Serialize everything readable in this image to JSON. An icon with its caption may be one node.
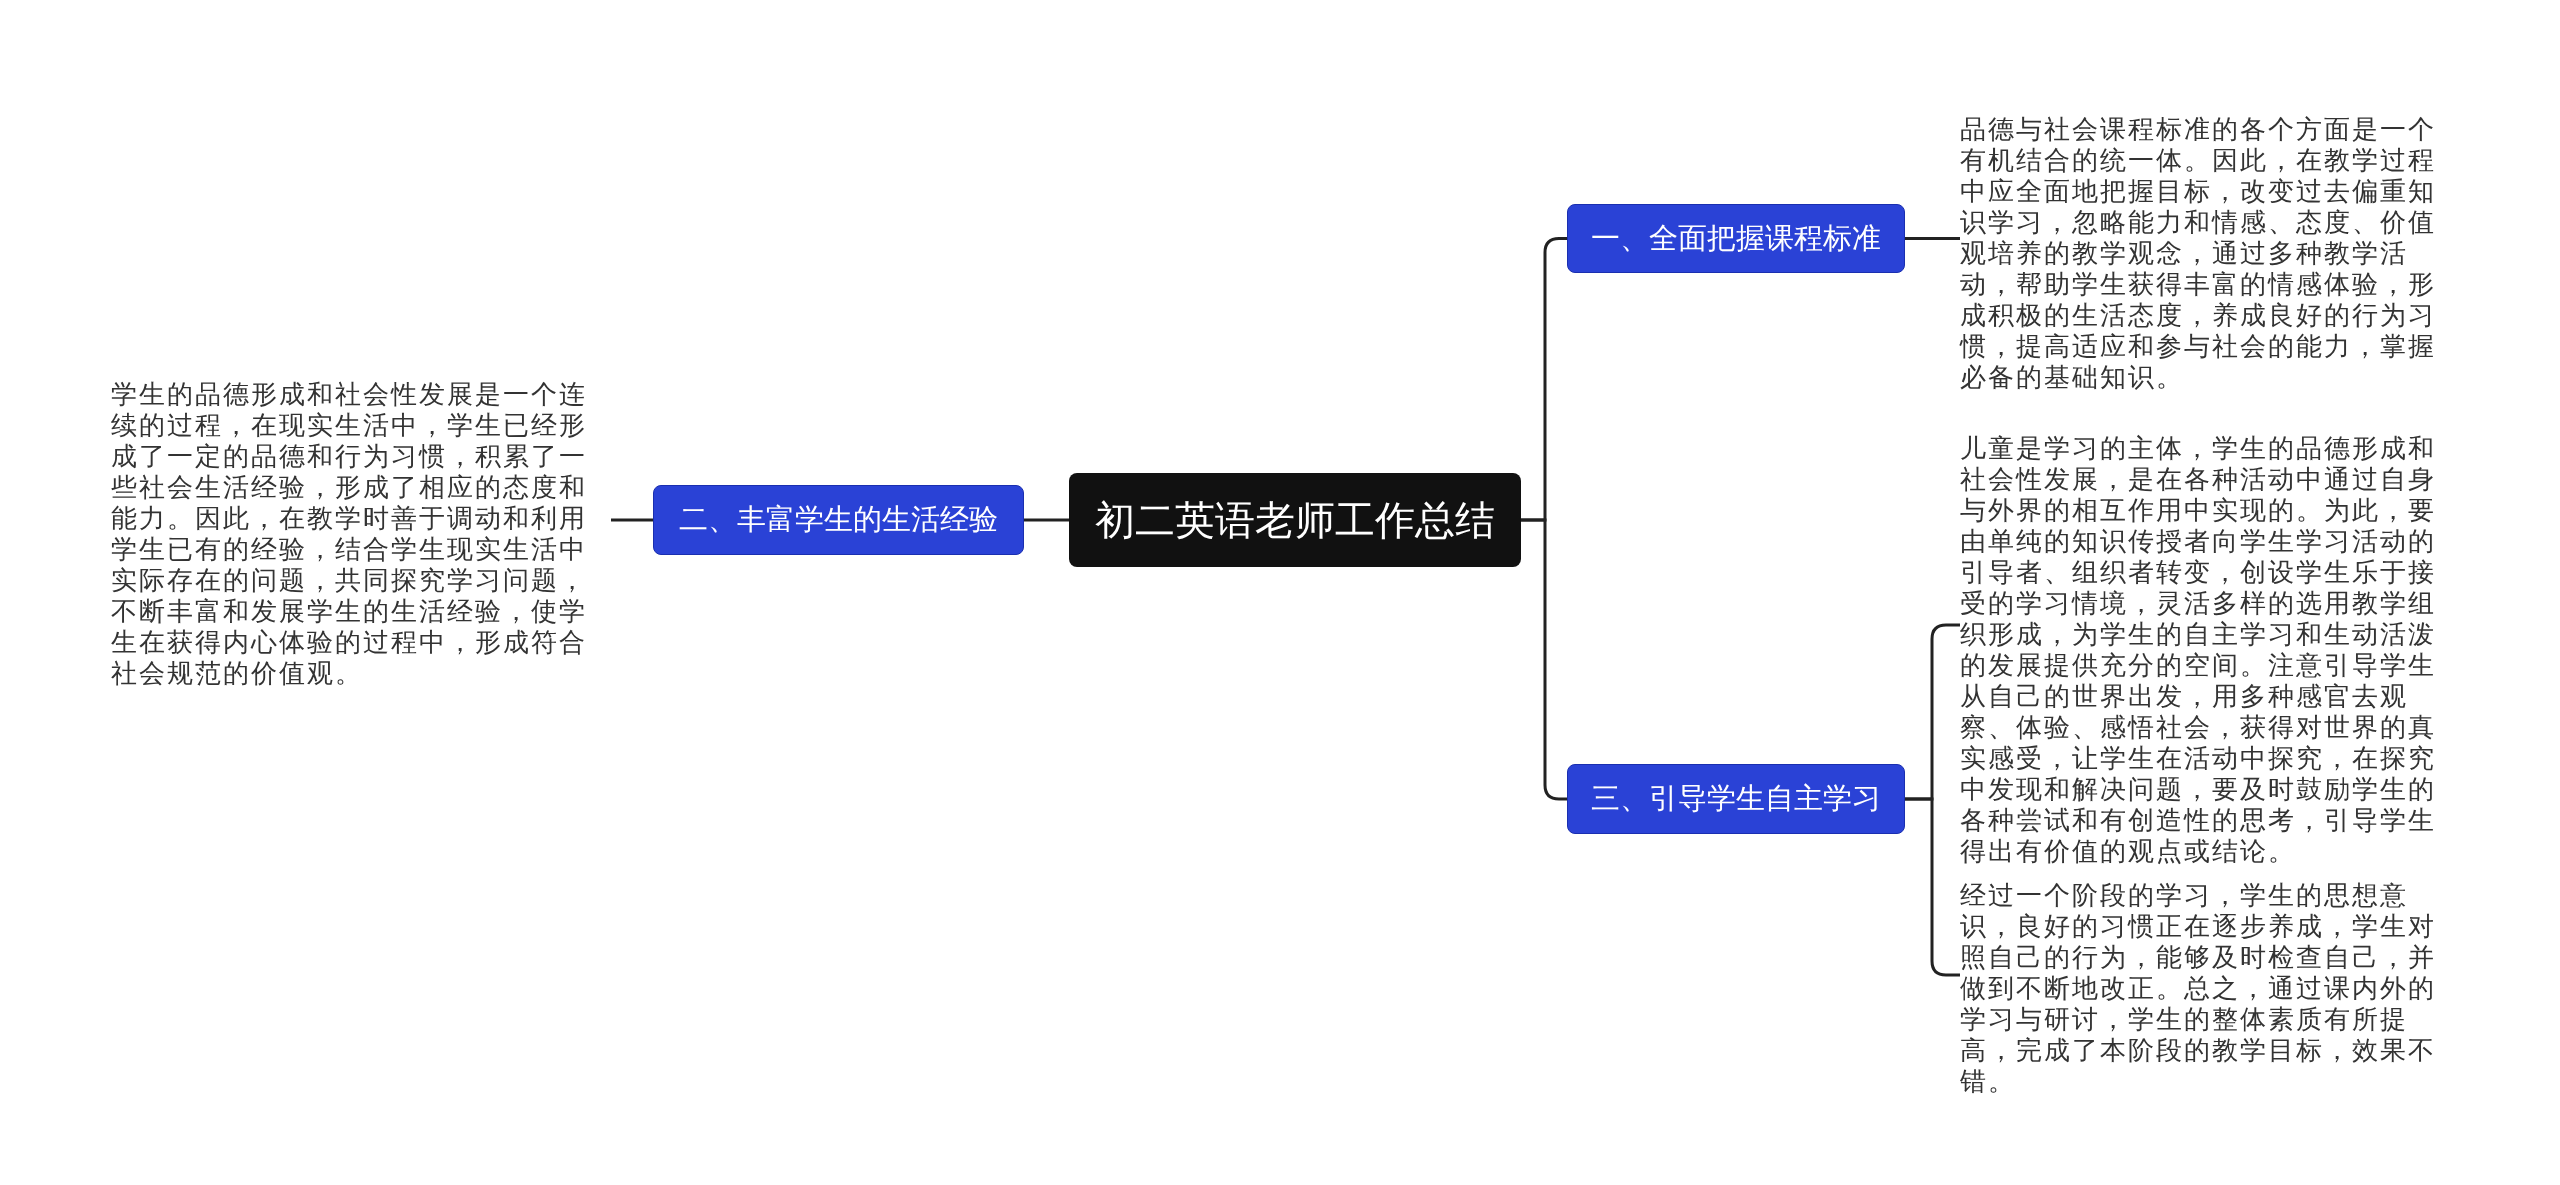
{
  "diagram": {
    "nodes": [
      {
        "text": [
          "初二英语老师工作总结"
        ]
      },
      {
        "text": [
          "一、全面把握课程标准"
        ]
      },
      {
        "text": [
          "品德与社会课程标准的各个方面是一个有机结合的统一体。因此，在教学过程中应全面地把握目标，改变过去偏重知识学习，忽略能力和情感、态度、价值观培养的教学观念，通过多种教学活动，帮助学生获得丰富的情感体验，形成积极的生活态度，养成良好的行为习惯，提高适应和参与社会的能力，掌握必备的基础知识。"
        ]
      },
      {
        "text": [
          "二、丰富学生的生活经验"
        ]
      },
      {
        "text": [
          "学生的品德形成和社会性发展是一个连续的过程，在现实生活中，学生已经形成了一定的品德和行为习惯，积累了一些社会生活经验，形成了相应的态度和能力。因此，在教学时善于调动和利用学生已有的经验，结合学生现实生活中实际存在的问题，共同探究学习问题，不断丰富和发展学生的生活经验，使学生在获得内心体验的过程中，形成符合社会规范的价值观。"
        ]
      },
      {
        "text": [
          "三、引导学生自主学习"
        ]
      },
      {
        "text": [
          "儿童是学习的主体，学生的品德形成和社会性发展，是在各种活动中通过自身与外界的相互作用中实现的。为此，要由单纯的知识传授者向学生学习活动的引导者、组织者转变，创设学生乐于接受的学习情境，灵活多样的选用教学组织形成，为学生的自主学习和生动活泼的发展提供充分的空间。注意引导学生从自己的世界出发，用多种感官去观察、体验、感悟社会，获得对世界的真实感受，让学生在活动中探究，在探究中发现和解决问题，要及时鼓励学生的各种尝试和有创造性的思考，引导学生得出有价值的观点或结论。"
        ]
      },
      {
        "text": [
          "经过一个阶段的学习，学生的思想意识，良好的习惯正在逐步养成，学生对照自己的行为，能够及时检查自己，并做到不断地改正。总之，通过课内外的学习与研讨，学生的整体素质有所提高，完成了本阶段的教学目标，效果不错。"
        ]
      }
    ],
    "edges": [
      {
        "from": 0,
        "to": 1,
        "arrow": "none"
      },
      {
        "from": 1,
        "to": 2,
        "arrow": "none"
      },
      {
        "from": 0,
        "to": 3,
        "arrow": "none"
      },
      {
        "from": 3,
        "to": 4,
        "arrow": "none"
      },
      {
        "from": 0,
        "to": 5,
        "arrow": "none"
      },
      {
        "from": 5,
        "to": 6,
        "arrow": "none"
      },
      {
        "from": 5,
        "to": 7,
        "arrow": "none"
      }
    ]
  }
}
